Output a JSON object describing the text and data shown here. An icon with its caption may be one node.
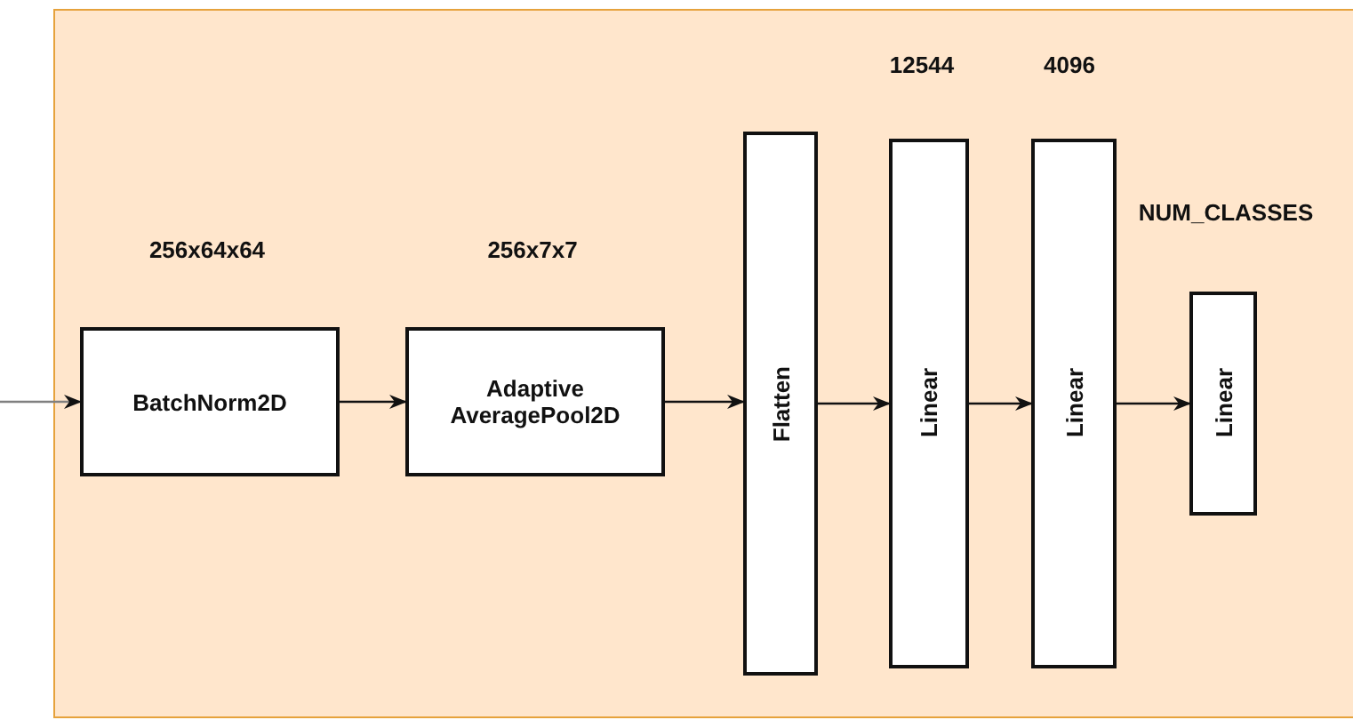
{
  "diagram": {
    "nodes": [
      {
        "text": [],
        "shape": "box"
      },
      {
        "text": [
          "BatchNorm2D"
        ],
        "in": 0,
        "beside": [
          "256x64x64"
        ]
      },
      {
        "text": [
          "Adaptive AveragePool2D"
        ],
        "in": 0,
        "beside": [
          "256x7x7"
        ]
      },
      {
        "text": [
          "Flatten"
        ],
        "in": 0
      },
      {
        "text": [
          "Linear"
        ],
        "in": 0,
        "beside": [
          "12544"
        ]
      },
      {
        "text": [
          "Linear"
        ],
        "in": 0,
        "beside": [
          "4096"
        ]
      },
      {
        "text": [
          "Linear"
        ],
        "in": 0
      }
    ],
    "labels": [
      "NUM_CLASSES"
    ],
    "edges": [
      {
        "from": null,
        "to": 1,
        "arrow": "to",
        "color": "#808080"
      },
      {
        "from": 1,
        "to": 2,
        "arrow": "to"
      },
      {
        "from": 2,
        "to": 3,
        "arrow": "to"
      },
      {
        "from": 3,
        "to": 4,
        "arrow": "to"
      },
      {
        "from": 4,
        "to": 5,
        "arrow": "to"
      },
      {
        "from": 5,
        "to": 6,
        "arrow": "to"
      }
    ]
  }
}
